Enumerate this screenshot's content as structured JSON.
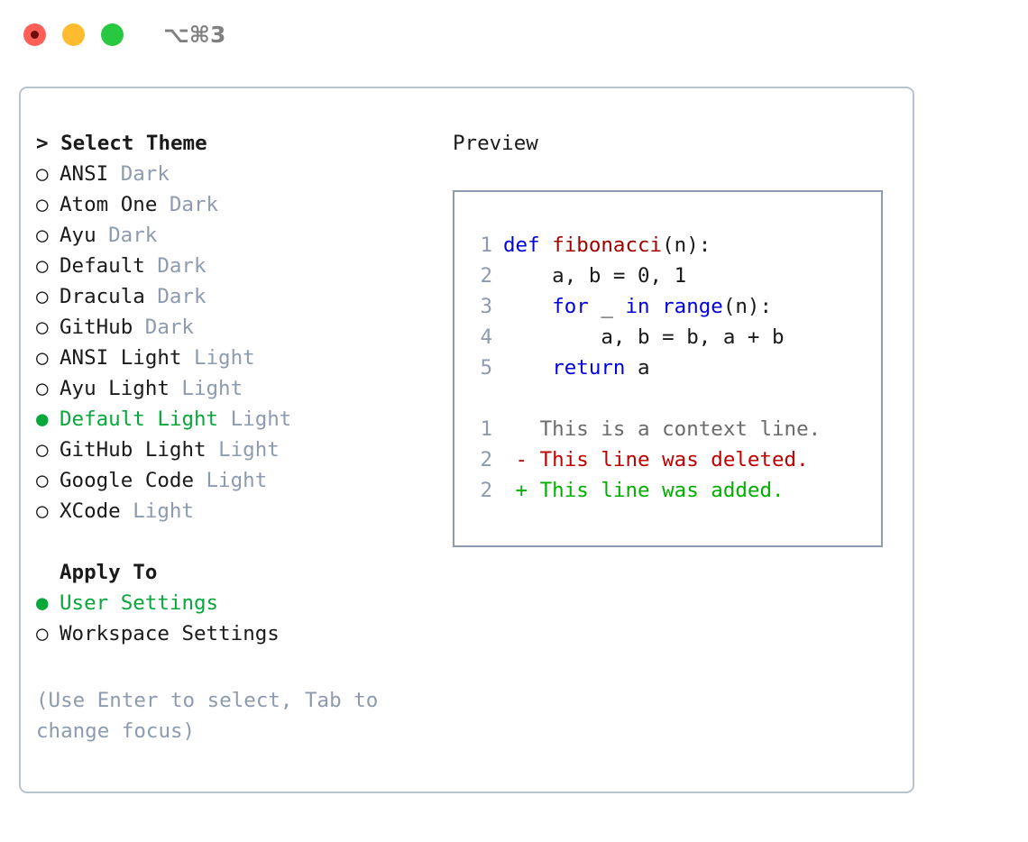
{
  "window": {
    "title": "⌥⌘3",
    "traffic_lights": [
      {
        "name": "close",
        "color": "#ff5f57"
      },
      {
        "name": "minimize",
        "color": "#febc2e"
      },
      {
        "name": "maximize",
        "color": "#28c840"
      }
    ]
  },
  "accent": {
    "selected_green": "#06a83a",
    "muted_blue_gray": "#8d9bb0"
  },
  "left": {
    "header": "> Select Theme",
    "themes": [
      {
        "bullet": "○",
        "label": "ANSI",
        "tag": "Dark",
        "selected": false
      },
      {
        "bullet": "○",
        "label": "Atom One",
        "tag": "Dark",
        "selected": false
      },
      {
        "bullet": "○",
        "label": "Ayu",
        "tag": "Dark",
        "selected": false
      },
      {
        "bullet": "○",
        "label": "Default",
        "tag": "Dark",
        "selected": false
      },
      {
        "bullet": "○",
        "label": "Dracula",
        "tag": "Dark",
        "selected": false
      },
      {
        "bullet": "○",
        "label": "GitHub",
        "tag": "Dark",
        "selected": false
      },
      {
        "bullet": "○",
        "label": "ANSI Light",
        "tag": "Light",
        "selected": false
      },
      {
        "bullet": "○",
        "label": "Ayu Light",
        "tag": "Light",
        "selected": false
      },
      {
        "bullet": "●",
        "label": "Default Light",
        "tag": "Light",
        "selected": true
      },
      {
        "bullet": "○",
        "label": "GitHub Light",
        "tag": "Light",
        "selected": false
      },
      {
        "bullet": "○",
        "label": "Google Code",
        "tag": "Light",
        "selected": false
      },
      {
        "bullet": "○",
        "label": "XCode",
        "tag": "Light",
        "selected": false
      }
    ],
    "apply_to_header": "Apply To",
    "apply_to": [
      {
        "bullet": "●",
        "label": "User Settings",
        "selected": true
      },
      {
        "bullet": "○",
        "label": "Workspace Settings",
        "selected": false
      }
    ],
    "hint": "(Use Enter to select, Tab to change focus)"
  },
  "right": {
    "preview_title": "Preview",
    "code_lines": [
      {
        "no": "1",
        "tokens": [
          {
            "t": "def ",
            "c": "kw"
          },
          {
            "t": "fibonacci",
            "c": "fn"
          },
          {
            "t": "(n):",
            "c": "plain"
          }
        ]
      },
      {
        "no": "2",
        "tokens": [
          {
            "t": "    a, b = 0, 1",
            "c": "plain"
          }
        ]
      },
      {
        "no": "3",
        "tokens": [
          {
            "t": "    ",
            "c": "plain"
          },
          {
            "t": "for",
            "c": "kw"
          },
          {
            "t": " _ ",
            "c": "plain"
          },
          {
            "t": "in ",
            "c": "kw"
          },
          {
            "t": "range",
            "c": "kw"
          },
          {
            "t": "(n):",
            "c": "plain"
          }
        ]
      },
      {
        "no": "4",
        "tokens": [
          {
            "t": "        a, b = b, a + b",
            "c": "plain"
          }
        ]
      },
      {
        "no": "5",
        "tokens": [
          {
            "t": "    ",
            "c": "plain"
          },
          {
            "t": "return",
            "c": "kw"
          },
          {
            "t": " a",
            "c": "plain"
          }
        ]
      }
    ],
    "diff_lines": [
      {
        "no": "1",
        "tokens": [
          {
            "t": "   This is a context line.",
            "c": "ctx"
          }
        ]
      },
      {
        "no": "2",
        "tokens": [
          {
            "t": " - This line was deleted.",
            "c": "del"
          }
        ]
      },
      {
        "no": "2",
        "tokens": [
          {
            "t": " + This line was added.",
            "c": "add"
          }
        ]
      }
    ]
  }
}
